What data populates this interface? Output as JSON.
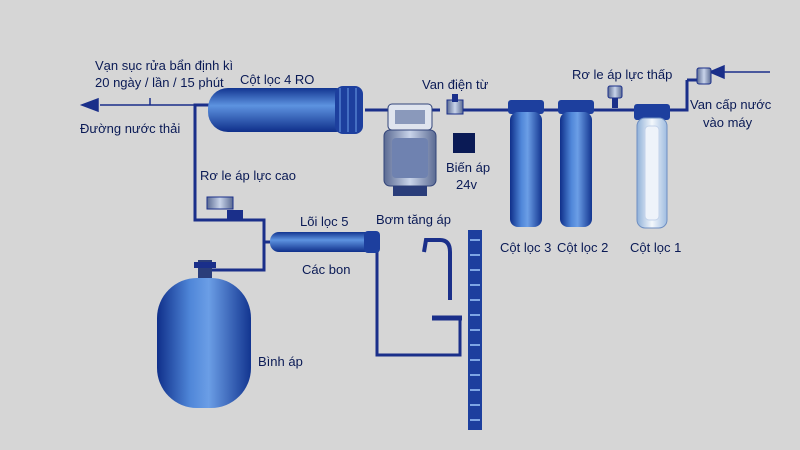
{
  "labels": {
    "flush_line1": "Vạn sục rửa bẩn định kì",
    "flush_line2": "20 ngày / lần / 15 phút",
    "waste": "Đường nước thải",
    "ro": "Cột lọc 4 RO",
    "solenoid": "Van điện từ",
    "low_relay": "Rơ le áp lực thấp",
    "inlet_line1": "Van cấp nước",
    "inlet_line2": "vào máy",
    "high_relay": "Rơ le áp lực cao",
    "transformer_line1": "Biến áp",
    "transformer_line2": "24v",
    "pump": "Bơm tăng áp",
    "carbon_line1": "Lõi lọc 5",
    "carbon_line2": "Các bon",
    "filter3": "Cột lọc 3",
    "filter2": "Cột lọc 2",
    "filter1": "Cột lọc 1",
    "tank": "Bình áp"
  }
}
